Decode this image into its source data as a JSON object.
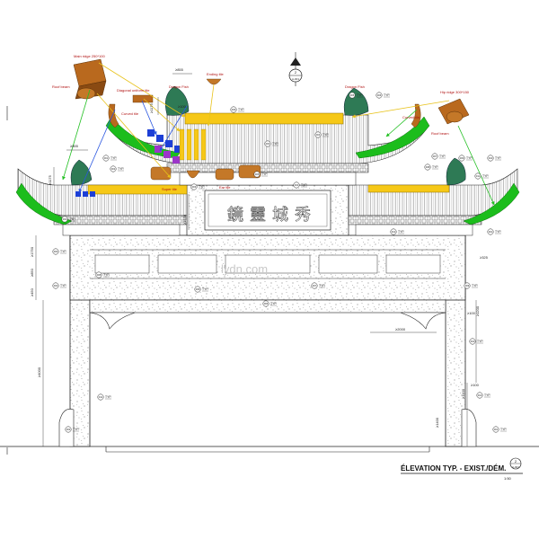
{
  "title_block": {
    "title": "ÉLEVATION TYP. - EXIST./DÉM.",
    "scale": "1:50",
    "sheet_number": "2",
    "sheet_ref": "A-001"
  },
  "north_marker": {
    "number": "2",
    "sheet": "A-001"
  },
  "watermark": "lydn.com",
  "plaque": {
    "characters": [
      "鏡",
      "靈",
      "城",
      "秀"
    ]
  },
  "dimensions": {
    "upper_width": "≥855",
    "left_width": "≥855",
    "upper_roof_height": "≥1175",
    "left_roof_height": "≥1175",
    "side_height_1": "≥1750",
    "side_height_2": "≥850",
    "side_height_3": "≥450",
    "pillar_height": "≥4000",
    "right_vertical_1": "≥1200",
    "right_vertical_2": "≥1400",
    "plinth_height": "≥1400",
    "lintel_width": "≥2000",
    "right_offset_1": "≥325",
    "right_offset_2": "≥100",
    "right_offset_3": "≥100",
    "top_small": "≥100",
    "plaque_height": "≥1550"
  },
  "callouts": {
    "typ": "TYP.",
    "tags": [
      "001",
      "002",
      "003",
      "004",
      "005",
      "006",
      "007",
      "008",
      "009",
      "010",
      "011",
      "012"
    ]
  },
  "components": {
    "main_ridge": "Main ridge 250*100",
    "roof_beam": "Roof beam",
    "diagonal_tile": "Diagonal uniform tile",
    "ending_tile": "Ending tile",
    "curved_tile": "Curved tile",
    "dragon_fish_left": "Dragon Fish",
    "dragon_fish_right": "Dragon Fish",
    "hip_ridge": "Hip ridge 300*150",
    "curved_tile_right": "Curved tile",
    "roof_beam_right": "Roof beam",
    "super_tile": "Super tile",
    "ear_tile": "Ear tile"
  },
  "colors": {
    "ridge_yellow": "#f6c817",
    "ridge_green": "#1cbd1c",
    "tile_blue": "#1d3fd6",
    "tile_purple": "#9c36c9",
    "wood_brown": "#b9691e",
    "annotation_red": "#c01818",
    "arrow_yellow": "#e8c21a",
    "arrow_blue": "#2a56e0",
    "arrow_green": "#22c022"
  }
}
